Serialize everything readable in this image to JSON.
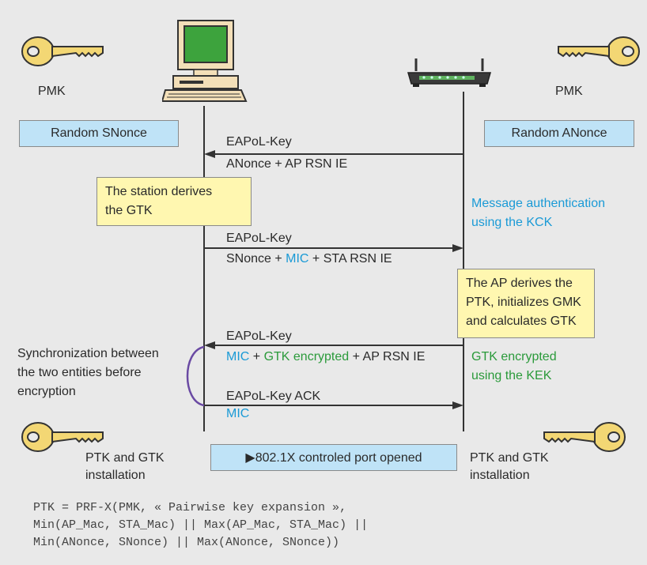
{
  "labels": {
    "pmk_left": "PMK",
    "pmk_right": "PMK",
    "snonce_box": "Random SNonce",
    "anonce_box": "Random ANonce"
  },
  "messages": {
    "m1_title": "EAPoL-Key",
    "m1_body": "ANonce + AP RSN IE",
    "m2_title": "EAPoL-Key",
    "m2_sn": "SNonce + ",
    "m2_mic": "MIC",
    "m2_rest": " + STA RSN IE",
    "m3_title": "EAPoL-Key",
    "m3_mic": "MIC",
    "m3_plus": " + ",
    "m3_gtk": "GTK encrypted",
    "m3_rest": " + AP RSN IE",
    "m4_title": "EAPoL-Key ACK",
    "m4_mic": "MIC"
  },
  "notes": {
    "station_line1": "The station derives",
    "station_line2": "the GTK",
    "msg_auth_line1": "Message authentication",
    "msg_auth_line2": "using the KCK",
    "ap_line1": "The AP derives the",
    "ap_line2": "PTK, initializes GMK",
    "ap_line3": "and calculates GTK",
    "gtk_enc_line1": "GTK encrypted",
    "gtk_enc_line2": "using the KEK",
    "sync_line1": "Synchronization between",
    "sync_line2": "the two entities before",
    "sync_line3": "encryption"
  },
  "bottom": {
    "ptk_left_line1": "PTK and GTK",
    "ptk_left_line2": "installation",
    "ptk_right_line1": "PTK and GTK",
    "ptk_right_line2": "installation",
    "port_box": "▶802.1X controled port opened"
  },
  "formula": {
    "line1": "PTK = PRF-X(PMK, « Pairwise key expansion »,",
    "line2": "Min(AP_Mac, STA_Mac) || Max(AP_Mac, STA_Mac) ||",
    "line3": "Min(ANonce, SNonce) || Max(ANonce, SNonce))"
  },
  "colors": {
    "background": "#e9e9e9",
    "accent_blue": "#1a9ad6",
    "accent_green": "#2a9a3a",
    "box_blue": "#bfe3f7",
    "box_yellow": "#fff7b0",
    "key_gold": "#f3d774"
  },
  "icons": [
    "key-icon",
    "computer-icon",
    "router-icon"
  ]
}
